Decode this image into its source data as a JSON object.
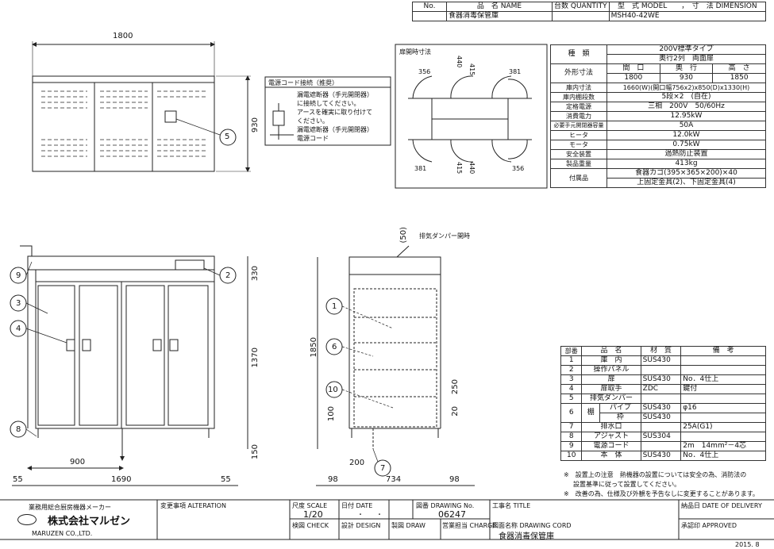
{
  "header": {
    "no_label": "No.",
    "name_label": "品　名 NAME",
    "qty_label": "台数 QUANTITY",
    "model_label": "型　式 MODEL　　，　寸　法 DIMENSION",
    "product_name": "食器消毒保管庫",
    "model": "MSH40-42WE"
  },
  "specs": {
    "type_label": "種　類",
    "type_value_1": "200V標準タイプ",
    "type_value_2": "奥行2列　両面扉",
    "outer_label": "外形寸法",
    "col_width": "間　口",
    "col_depth": "奥　行",
    "col_height": "高　さ",
    "width": "1800",
    "depth": "930",
    "height": "1850",
    "rows": [
      {
        "label": "庫内寸法",
        "value": "1660(W)(開口幅756x2)x850(D)x1330(H)"
      },
      {
        "label": "庫内棚段数",
        "value": "5段×2　(自在)"
      },
      {
        "label": "定格電源",
        "value": "三相　200V　50/60Hz"
      },
      {
        "label": "消費電力",
        "value": "12.95kW"
      },
      {
        "label": "必要手元開閉器容量",
        "value": "50A"
      },
      {
        "label": "ヒータ",
        "value": "12.0kW"
      },
      {
        "label": "モータ",
        "value": "0.75kW"
      },
      {
        "label": "安全装置",
        "value": "過熱防止装置"
      },
      {
        "label": "製品重量",
        "value": "413kg"
      }
    ],
    "accessory_label": "付属品",
    "accessory_1": "食器カゴ(395×365×200)×40",
    "accessory_2": "上固定金具(2)、下固定金具(4)"
  },
  "power_box": {
    "title": "電源コード接続（推奨）",
    "text_1": "漏電遮断器（手元開閉器）",
    "text_2": "に接続してください。",
    "text_3": "アースを確実に取り付けて",
    "text_4": "ください。",
    "label_breaker": "漏電遮断器（手元開閉器）",
    "label_cord": "電源コード"
  },
  "door_swing": {
    "title": "扉開時寸法",
    "d356": "356",
    "d440": "440",
    "d415": "415",
    "d381": "381"
  },
  "front_top": {
    "width": "1800",
    "height": "930",
    "balloon": "5"
  },
  "front_main": {
    "total_w": "1690",
    "side": "55",
    "half": "900",
    "h330": "330",
    "h1370": "1370",
    "h150": "150",
    "balloons": [
      "9",
      "3",
      "4",
      "8",
      "2"
    ]
  },
  "side_view": {
    "damper_label": "排気ダンパー開時",
    "d50": "(50)",
    "h1850": "1850",
    "d98": "98",
    "d734": "734",
    "d200": "200",
    "d100": "100",
    "d250": "250",
    "d20": "20",
    "balloons": [
      "1",
      "6",
      "10",
      "7"
    ]
  },
  "parts": {
    "headers": [
      "部番",
      "品　名",
      "材　質",
      "備　考"
    ],
    "rows": [
      {
        "no": "1",
        "name": "庫　内",
        "mat": "SUS430",
        "note": ""
      },
      {
        "no": "2",
        "name": "操作パネル",
        "mat": "",
        "note": ""
      },
      {
        "no": "3",
        "name": "扉",
        "mat": "SUS430",
        "note": "No．4仕上"
      },
      {
        "no": "4",
        "name": "扉取手",
        "mat": "ZDC",
        "note": "鍵付"
      },
      {
        "no": "5",
        "name": "排気ダンパー",
        "mat": "",
        "note": ""
      },
      {
        "no": "6",
        "name": "棚",
        "sub1": "パイプ",
        "mat1": "SUS430",
        "note1": "φ16",
        "sub2": "枠",
        "mat2": "SUS430",
        "note2": ""
      },
      {
        "no": "7",
        "name": "排水口",
        "mat": "",
        "note": "25A(G1)"
      },
      {
        "no": "8",
        "name": "アジャスト",
        "mat": "SUS304",
        "note": ""
      },
      {
        "no": "9",
        "name": "電源コード",
        "mat": "",
        "note": "2m　14mm²－4芯"
      },
      {
        "no": "10",
        "name": "本　体",
        "mat": "SUS430",
        "note": "No．4仕上"
      }
    ],
    "note_1": "※　設置上の注意　熱機器の設置については安全の為、消防法の",
    "note_1b": "設置基準に従って設置してください。",
    "note_2": "※　改善の為、仕様及び外観を予告なしに変更することがあります。"
  },
  "titleblock": {
    "company_sub": "業務用総合厨房機器メーカー",
    "company": "株式会社マルゼン",
    "company_en": "MARUZEN CO.,LTD.",
    "alteration": "変更事項 ALTERATION",
    "scale_label": "尺度 SCALE",
    "scale": "1/20",
    "date_label": "日付 DATE",
    "date_value": "・　　・",
    "drawing_label": "図番 DRAWING No.",
    "drawing_no": "06247",
    "work_label": "工事名 TITLE",
    "delivery_label": "納品日 DATE OF DELIVERY",
    "check_label": "検図 CHECK",
    "design_label": "設計 DESIGN",
    "draw_label": "製図 DRAW",
    "charge_label": "営業担当 CHARGE",
    "cord_label": "図面名称 DRAWING CORD",
    "cord_value": "食器消毒保管庫",
    "approved_label": "承認印 APPROVED",
    "footer_date": "2015. 8"
  }
}
